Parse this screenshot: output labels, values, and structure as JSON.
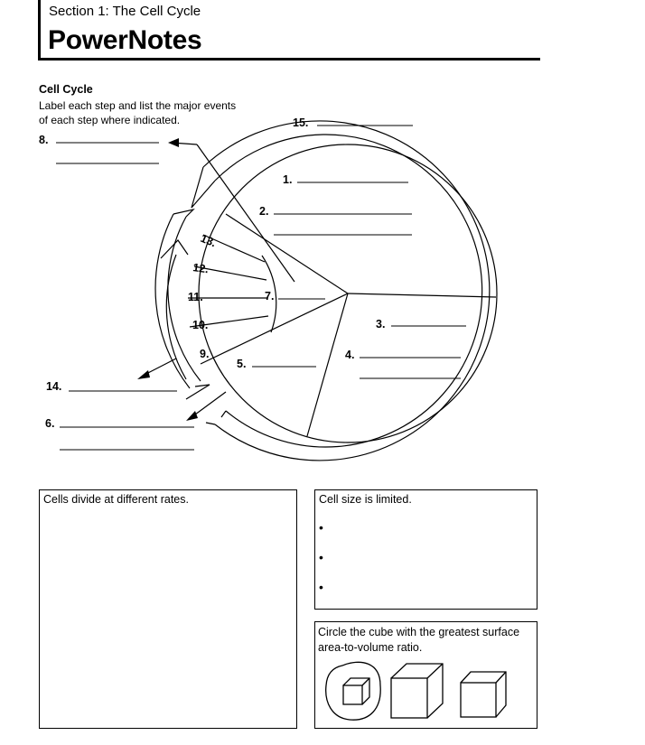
{
  "header": {
    "section": "Section 1: The Cell Cycle",
    "title": "PowerNotes"
  },
  "cell_cycle": {
    "heading": "Cell Cycle",
    "instruction_line1": "Label each step and list the major events",
    "instruction_line2": "of each step where indicated.",
    "labels": {
      "n1": "1.",
      "n2": "2.",
      "n3": "3.",
      "n4": "4.",
      "n5": "5.",
      "n6": "6.",
      "n7": "7.",
      "n8": "8.",
      "n9": "9.",
      "n10": "10.",
      "n11": "11.",
      "n12": "12.",
      "n13": "13.",
      "n14": "14.",
      "n15": "15."
    }
  },
  "rates_box": {
    "title": "Cells divide at different rates."
  },
  "size_box": {
    "title": "Cell size is limited.",
    "bullets": [
      "•",
      "•",
      "•"
    ]
  },
  "cube_box": {
    "line1": "Circle the cube with the greatest surface",
    "line2": "area-to-volume ratio."
  }
}
